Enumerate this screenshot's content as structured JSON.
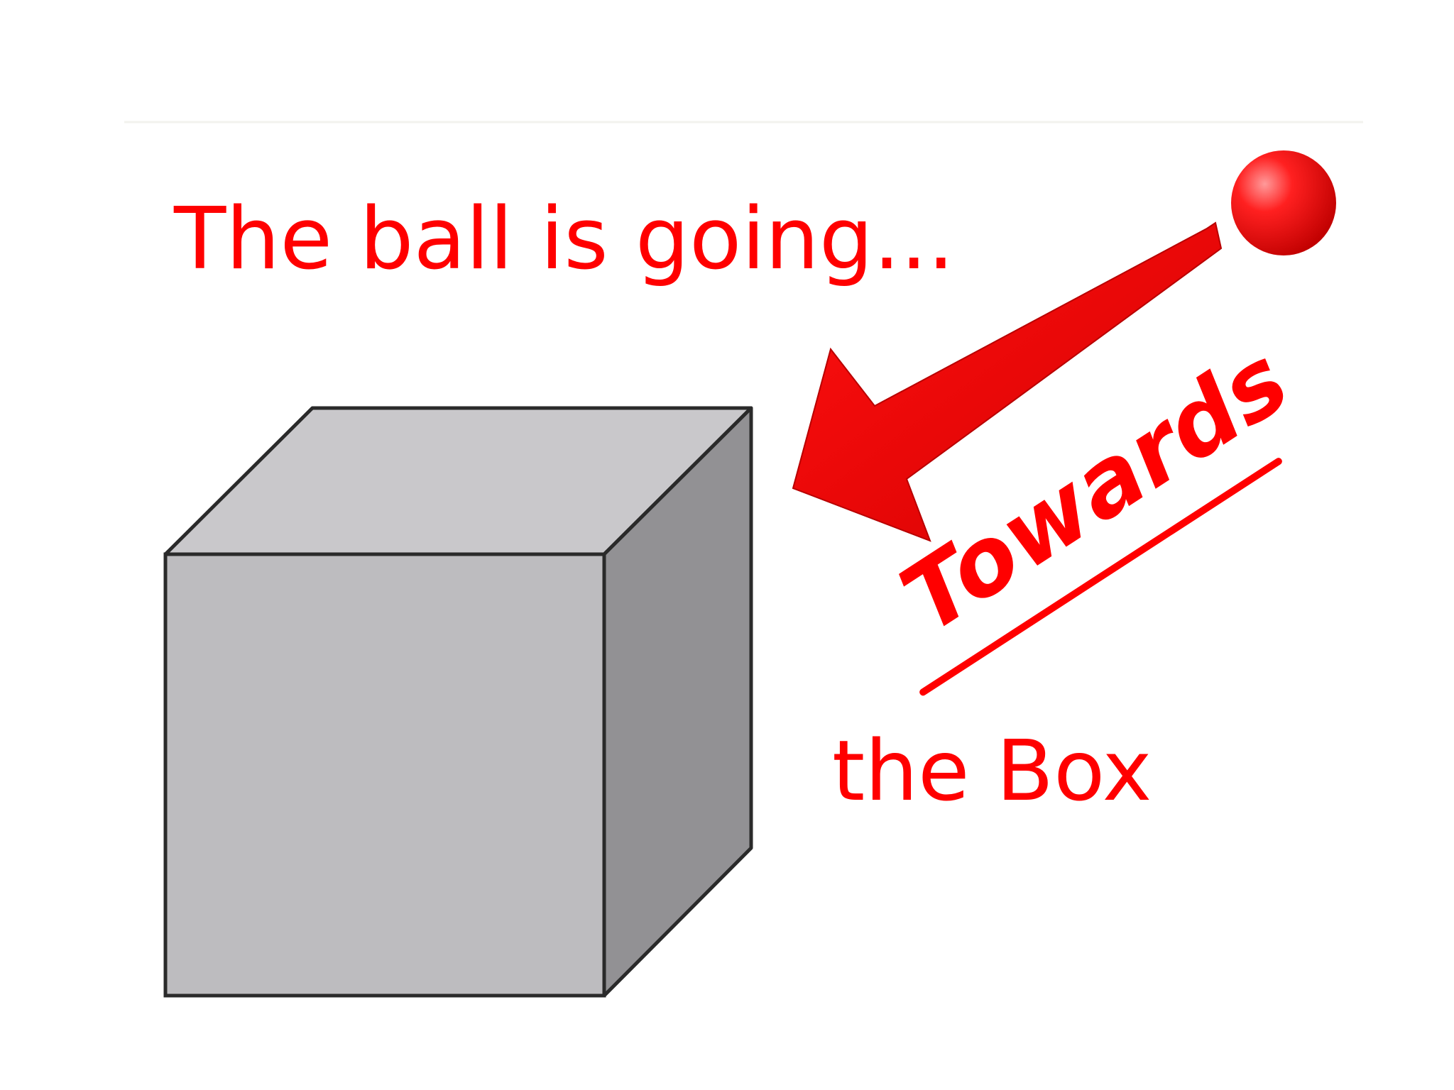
{
  "text": {
    "heading": "The ball is going...",
    "direction_word": "Towards",
    "target_phrase": "the Box"
  },
  "colors": {
    "text_red": "#ff0000",
    "ball_red": "#ff1a1a",
    "arrow_red": "#e00000",
    "cube_front": "#bdbcbf",
    "cube_top": "#c9c8cb",
    "cube_side": "#929194",
    "cube_outline": "#2a2a2a"
  },
  "icons": {
    "ball": "red-ball-icon",
    "arrow": "red-arrow-icon",
    "box": "gray-cube-icon"
  }
}
